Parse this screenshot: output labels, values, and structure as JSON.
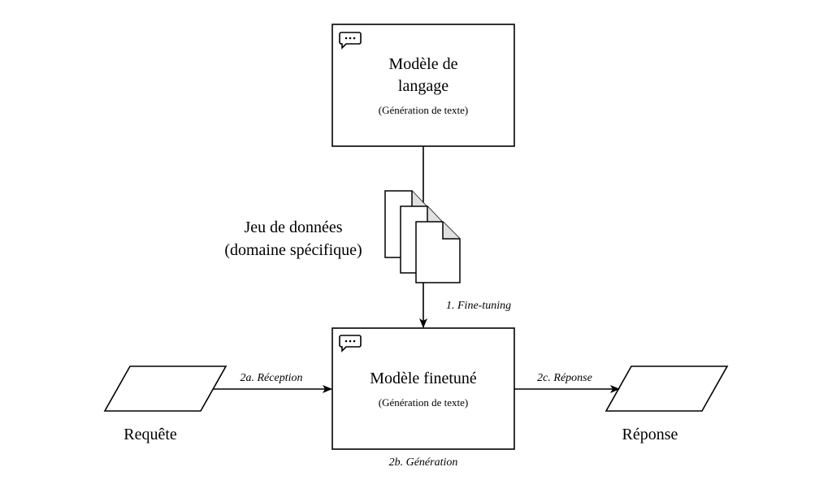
{
  "base_model": {
    "title_line1": "Modèle de",
    "title_line2": "langage",
    "subtitle": "(Génération de texte)"
  },
  "dataset": {
    "line1": "Jeu de données",
    "line2": "(domaine spécifique)"
  },
  "finetune_step": "1. Fine-tuning",
  "finetuned_model": {
    "title": "Modèle finetuné",
    "subtitle": "(Génération de texte)"
  },
  "request": {
    "label": "Requête",
    "edge_label": "2a. Réception"
  },
  "response": {
    "label": "Réponse",
    "edge_label": "2c. Réponse"
  },
  "generation_label": "2b. Génération"
}
